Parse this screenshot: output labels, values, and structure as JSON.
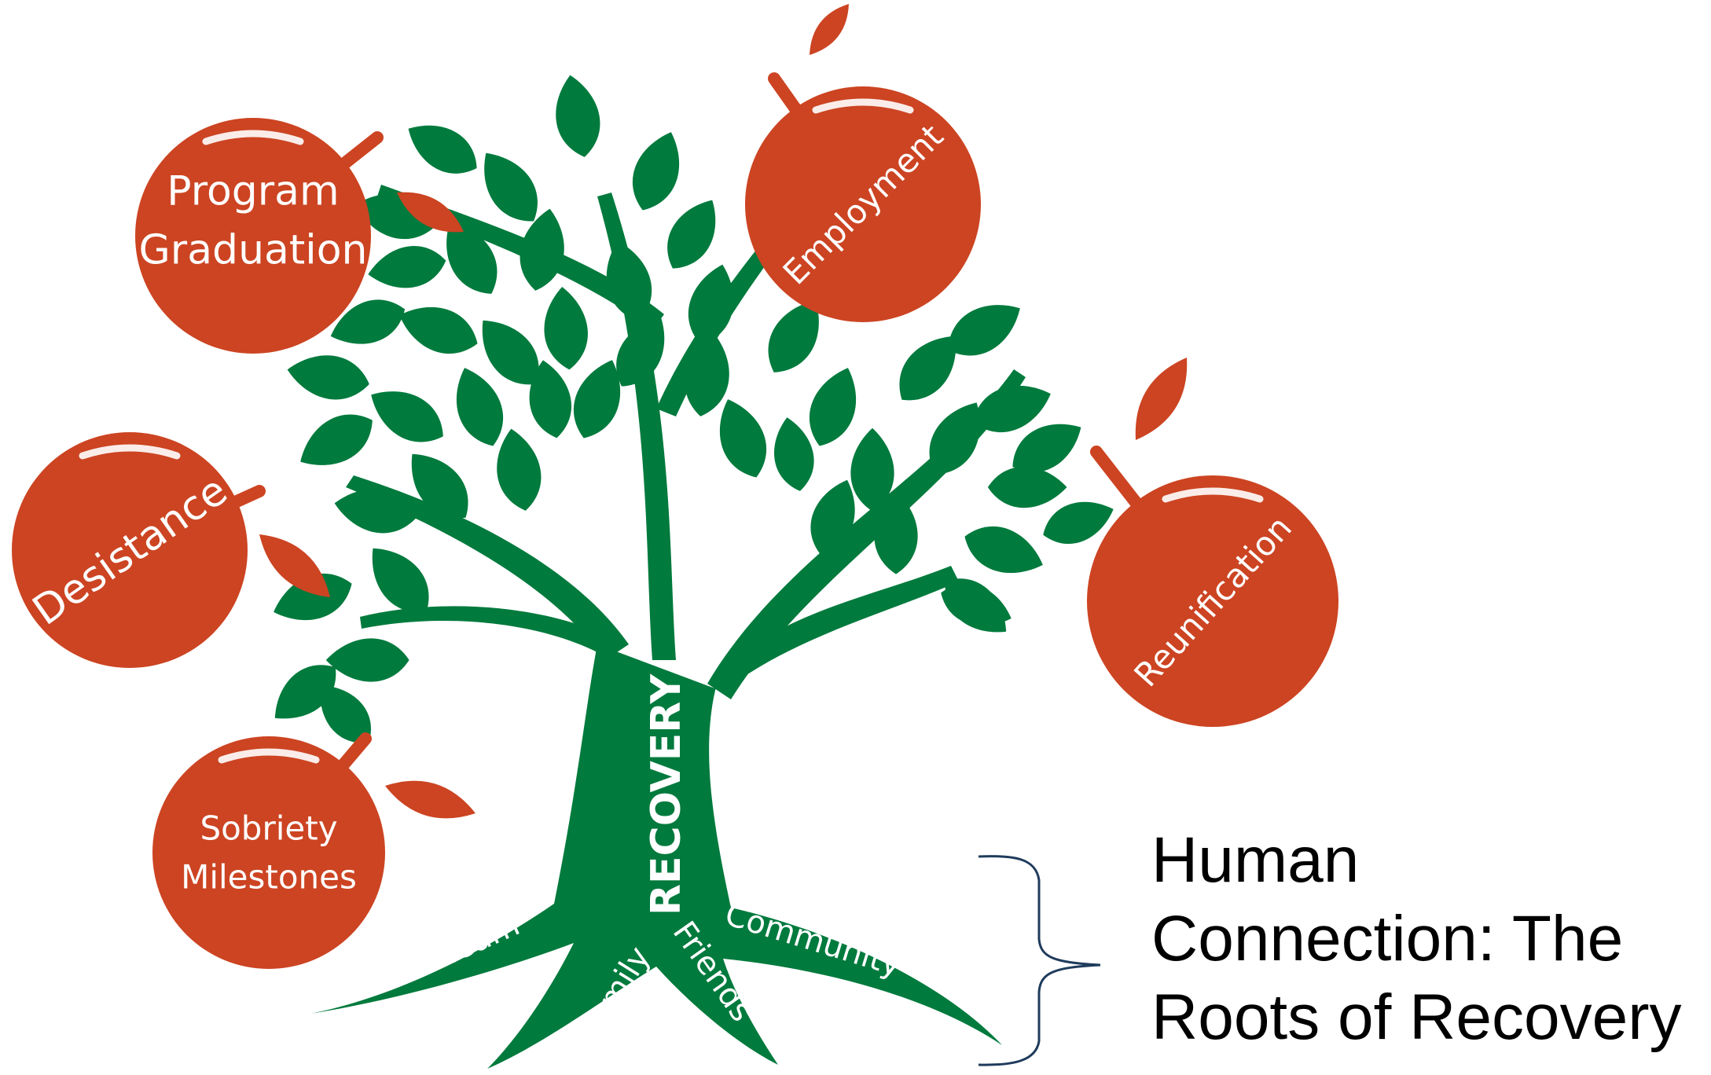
{
  "colors": {
    "leaf": "#007a3d",
    "fruit": "#cc4422",
    "text_on_shape": "#ffffff",
    "bracket": "#1f3b5c",
    "caption": "#000000"
  },
  "tree": {
    "trunk_label": "RECOVERY"
  },
  "fruits": [
    {
      "lines": [
        "Program",
        "Graduation"
      ]
    },
    {
      "lines": [
        "Employment"
      ]
    },
    {
      "lines": [
        "Desistance"
      ]
    },
    {
      "lines": [
        "Reunification"
      ]
    },
    {
      "lines": [
        "Sobriety",
        "Milestones"
      ]
    }
  ],
  "roots": [
    {
      "label": "TC Team"
    },
    {
      "label": "Family"
    },
    {
      "label": "Friends"
    },
    {
      "label": "Community"
    }
  ],
  "caption": {
    "lines": [
      "Human",
      "Connection: The",
      "Roots of Recovery"
    ]
  }
}
